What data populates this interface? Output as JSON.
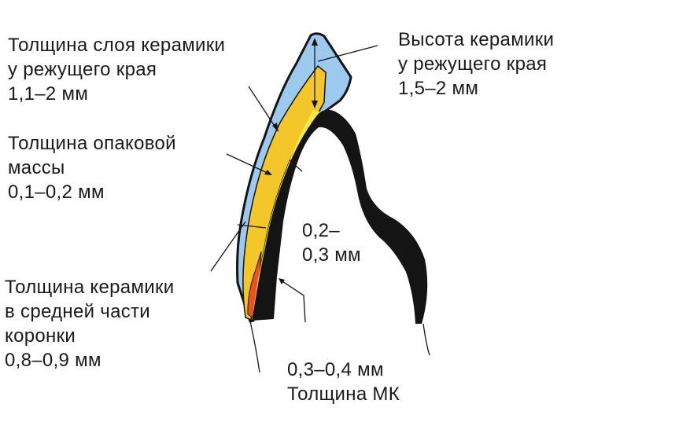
{
  "colors": {
    "ceramic": "#9ec9ee",
    "opaque_mass": "#f3c62a",
    "dentin_layer": "#f4e84a",
    "metal_frame": "#141414",
    "root_tint": "#e8531e",
    "outline": "#141414"
  },
  "labels": {
    "incisal_layer_thickness": "Толщина слоя керамики\nу режущего края\n1,1–2 мм",
    "incisal_height": "Высота керамики\nу режущего края\n1,5–2 мм",
    "opaque_thickness": "Толщина опаковой\nмассы\n0,1–0,2 мм",
    "inner_gap": "0,2–\n0,3 мм",
    "middle_thickness": "Толщина керамики\nв средней части\nкоронки\n0,8–0,9 мм",
    "metal_thickness": "0,3–0,4 мм\nТолщина МК"
  }
}
